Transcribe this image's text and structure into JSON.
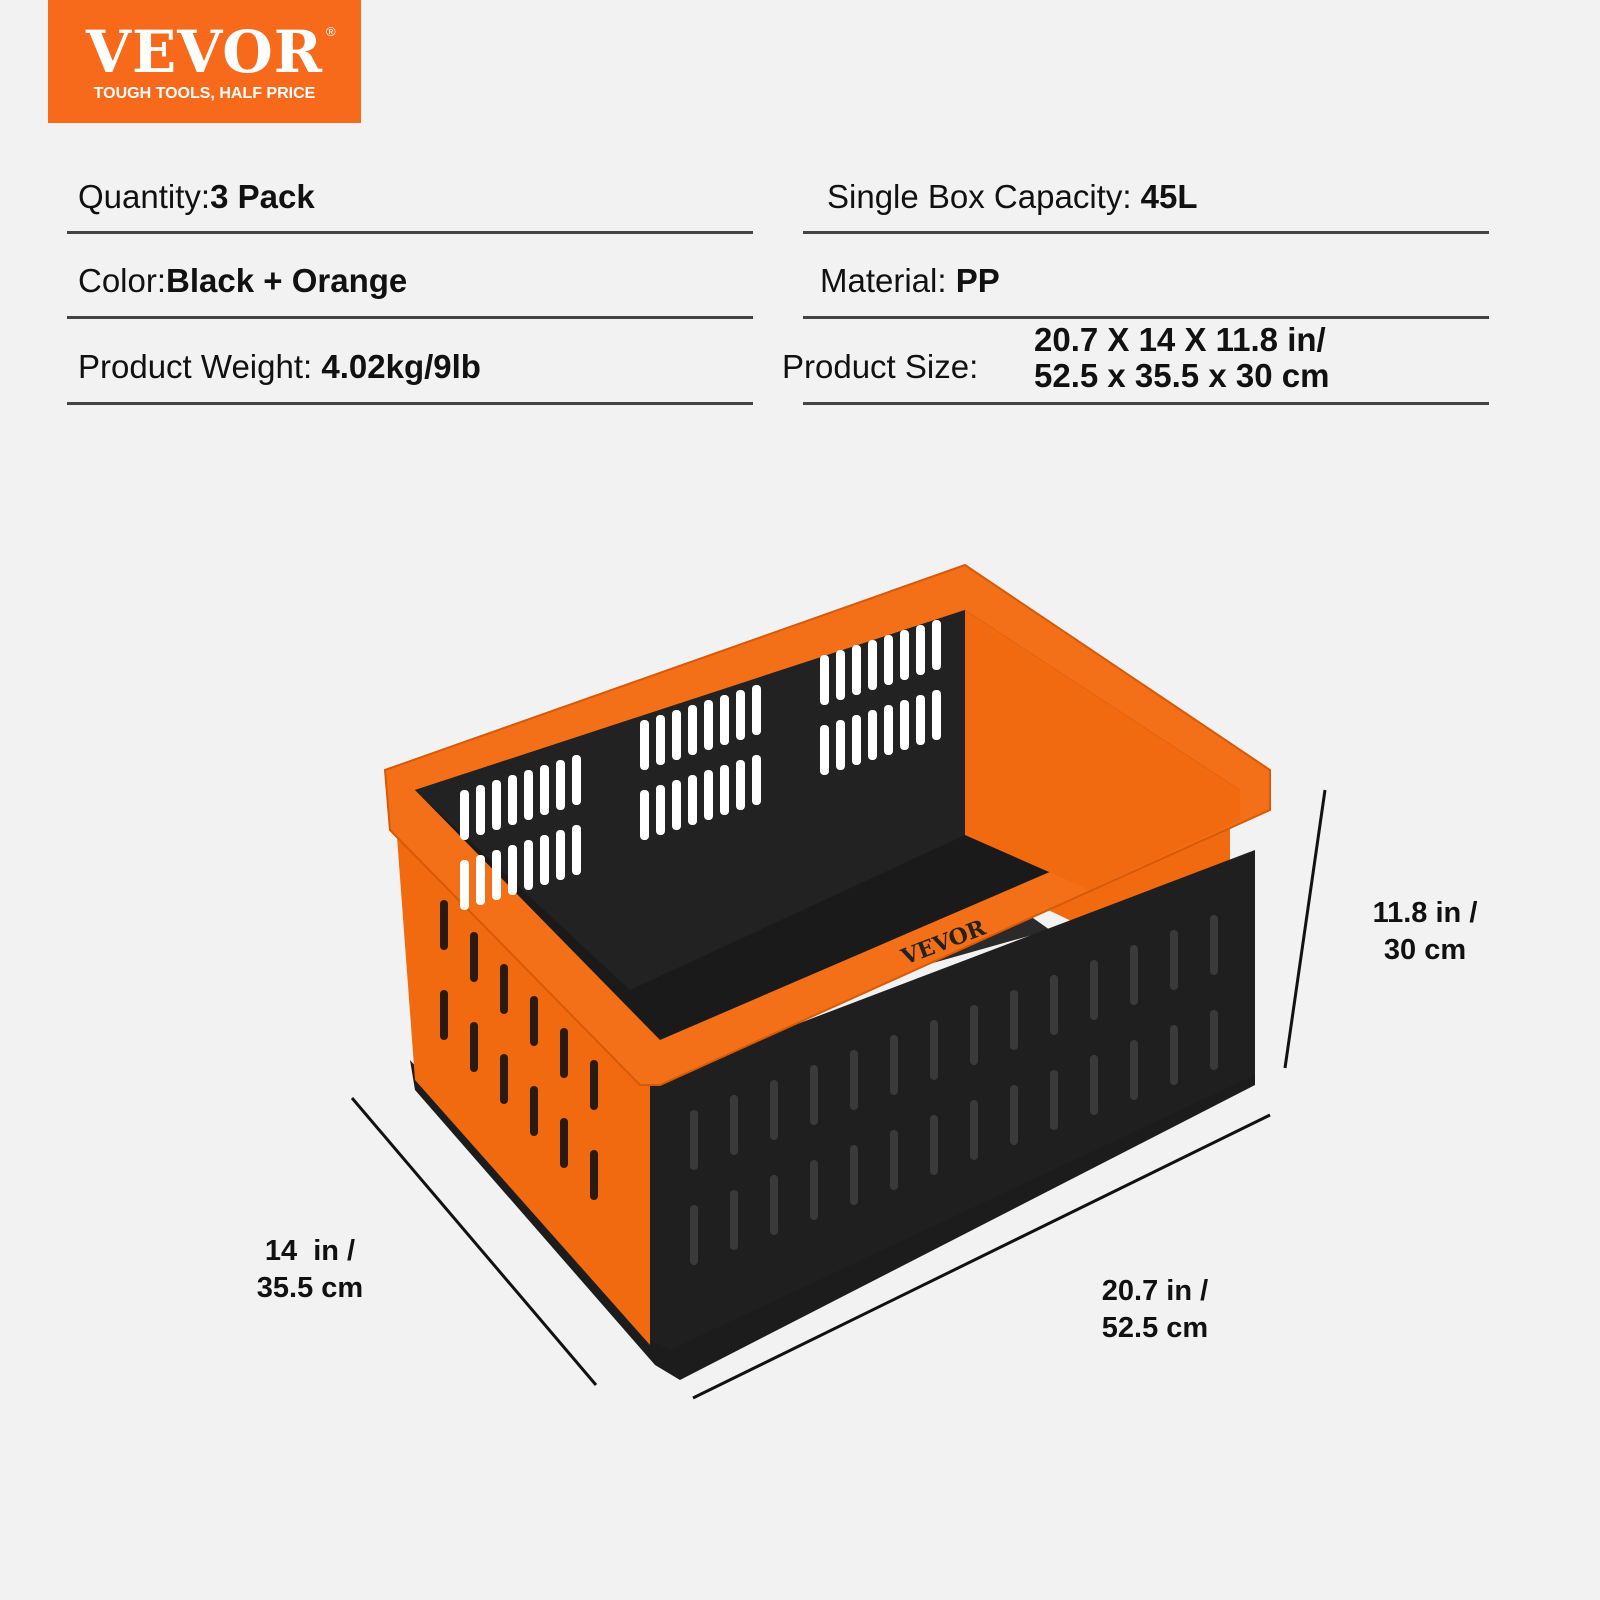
{
  "brand": {
    "name": "VEVOR",
    "tagline": "TOUGH TOOLS, HALF PRICE",
    "color": "#f76a1c"
  },
  "specs": [
    {
      "label": "Quantity:",
      "value": "3 Pack"
    },
    {
      "label": "Single Box Capacity:",
      "value": "45L"
    },
    {
      "label": "Color:",
      "value": "Black + Orange"
    },
    {
      "label": "Material:",
      "value": "PP"
    },
    {
      "label": "Product Weight:",
      "value": "4.02kg/9lb"
    },
    {
      "label": "Product Size:",
      "value_line1": "20.7 X 14 X 11.8 in/",
      "value_line2": "52.5 x 35.5 x 30 cm"
    }
  ],
  "dimensions": {
    "height": {
      "line1": "11.8 in /",
      "line2": "30 cm"
    },
    "length": {
      "line1": "20.7 in /",
      "line2": "52.5 cm"
    },
    "width": {
      "line1": "14  in /",
      "line2": "35.5 cm"
    }
  },
  "product_colors": {
    "orange": "#f26a10",
    "black": "#1c1c1c"
  }
}
